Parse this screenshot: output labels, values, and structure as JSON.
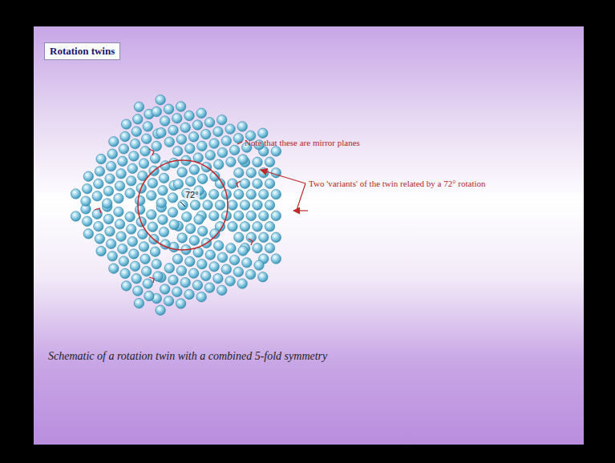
{
  "diagram": {
    "title": "Rotation twins",
    "caption": "Schematic of a rotation twin with a combined 5-fold symmetry",
    "labels": [
      "72°",
      "Note that these are mirror planes",
      "Two 'variants' of the twin related by a 72° rotation"
    ]
  }
}
